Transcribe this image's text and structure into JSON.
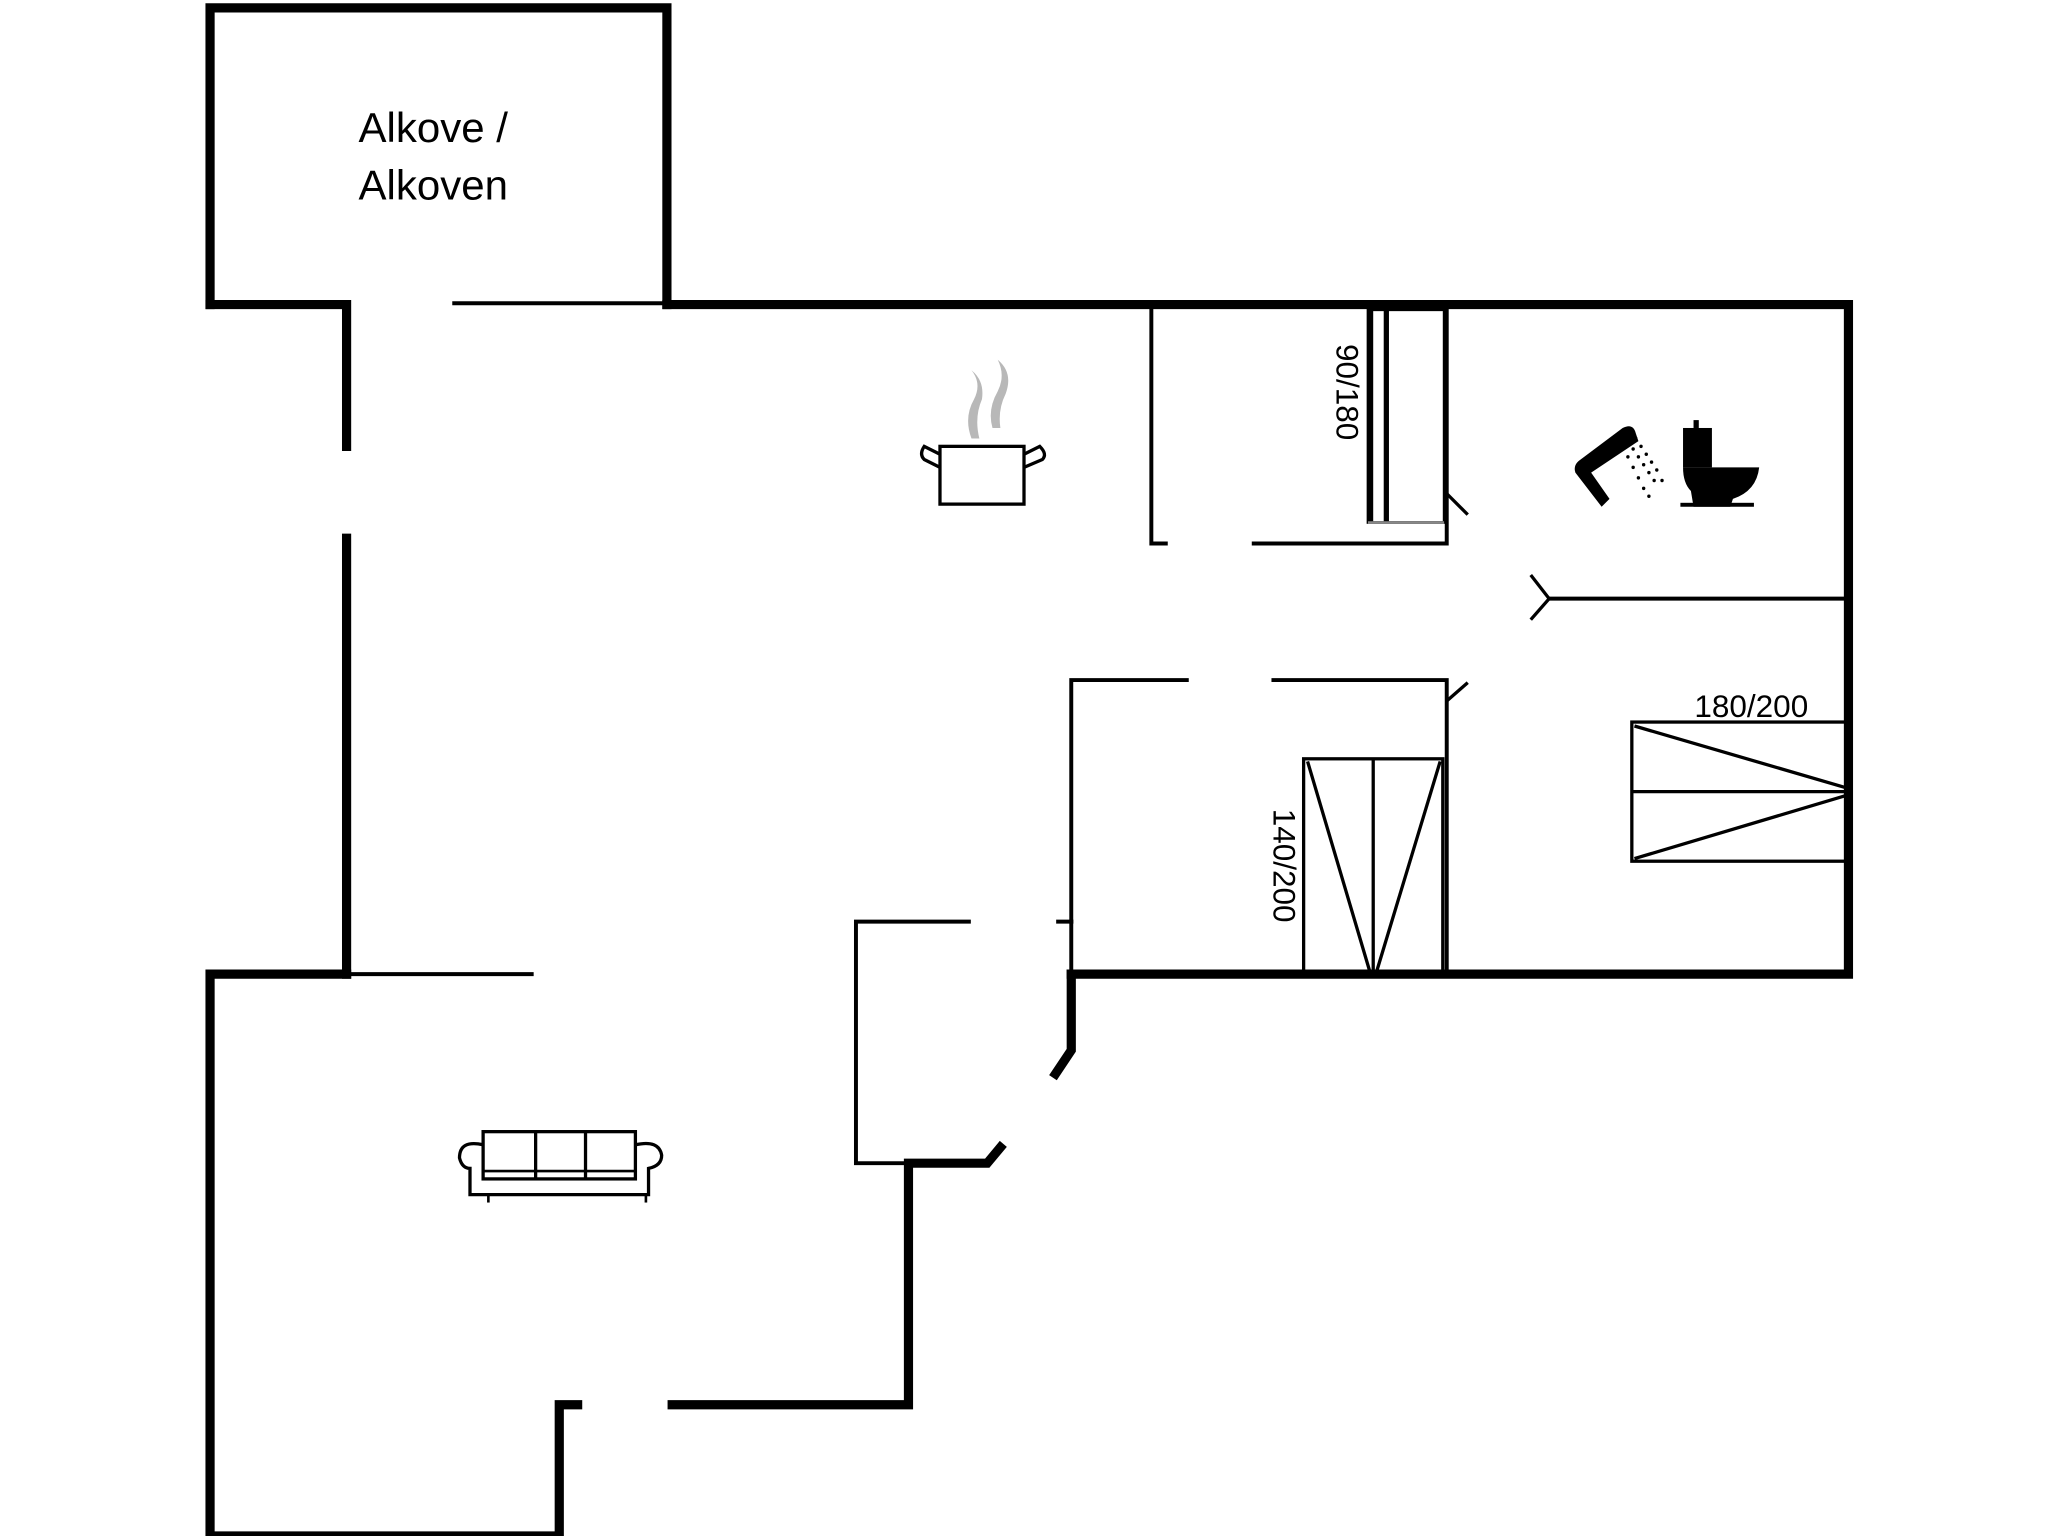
{
  "floor_plan": {
    "rooms": [
      {
        "name": "alcove",
        "label_line1": "Alkove /",
        "label_line2": "Alkoven"
      }
    ],
    "beds": [
      {
        "id": "bed-single",
        "size_label": "90/180",
        "orientation": "vertical"
      },
      {
        "id": "bed-double-1",
        "size_label": "140/200",
        "orientation": "vertical"
      },
      {
        "id": "bed-double-2",
        "size_label": "180/200",
        "orientation": "horizontal"
      }
    ],
    "icons": [
      {
        "name": "kitchen-pot-icon",
        "meaning": "kitchen"
      },
      {
        "name": "shower-icon",
        "meaning": "shower"
      },
      {
        "name": "toilet-icon",
        "meaning": "toilet"
      },
      {
        "name": "sofa-icon",
        "meaning": "living room"
      }
    ],
    "colors": {
      "wall": "#000000",
      "background": "#ffffff",
      "steam": "#b8b8b8"
    }
  }
}
